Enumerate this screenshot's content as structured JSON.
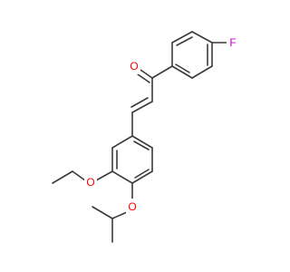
{
  "molecule": {
    "bond_color": "#3a3a3a",
    "atoms": {
      "fluorine": {
        "symbol": "F",
        "color": "#c000c8"
      },
      "carbonyl_oxygen": {
        "symbol": "O",
        "color": "#ff0000"
      },
      "ethoxy_oxygen": {
        "symbol": "O",
        "color": "#ff0000"
      },
      "isopropoxy_oxygen": {
        "symbol": "O",
        "color": "#ff0000"
      }
    }
  }
}
